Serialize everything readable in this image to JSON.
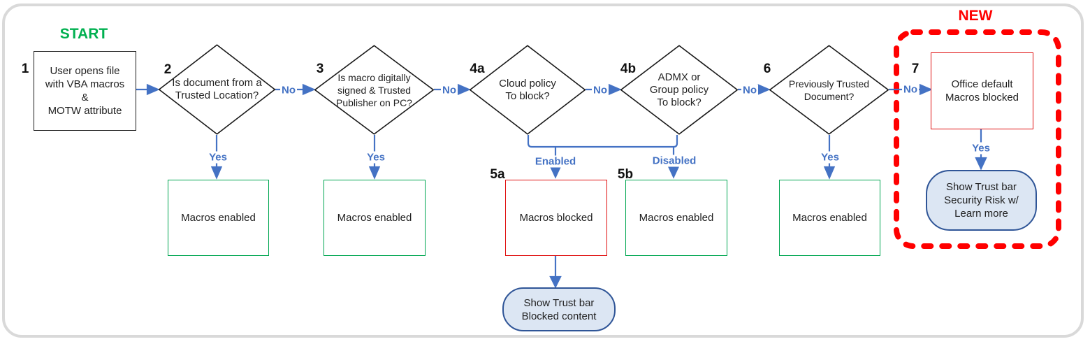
{
  "labels": {
    "start": "START",
    "new": "NEW",
    "no": "No",
    "yes": "Yes",
    "enabled": "Enabled",
    "disabled": "Disabled"
  },
  "nodes": {
    "step1": {
      "number": "1",
      "lines": [
        "User opens file",
        "with VBA macros",
        "&",
        "MOTW attribute"
      ]
    },
    "step2": {
      "number": "2",
      "lines": [
        "Is document from a",
        "Trusted Location?"
      ]
    },
    "step3": {
      "number": "3",
      "lines": [
        "Is macro digitally",
        "signed & Trusted",
        "Publisher on PC?"
      ]
    },
    "step4a": {
      "number": "4a",
      "lines": [
        "Cloud policy",
        "To block?"
      ]
    },
    "step4b": {
      "number": "4b",
      "lines": [
        "ADMX or",
        "Group policy",
        "To block?"
      ]
    },
    "step5a": {
      "number": "5a",
      "text": "Macros blocked"
    },
    "step5b": {
      "number": "5b",
      "text": "Macros enabled"
    },
    "step6": {
      "number": "6",
      "lines": [
        "Previously Trusted",
        "Document?"
      ]
    },
    "step7": {
      "number": "7",
      "lines": [
        "Office default",
        "Macros blocked"
      ]
    },
    "outcome_step2": "Macros enabled",
    "outcome_step3": "Macros enabled",
    "outcome_step6": "Macros enabled",
    "pill_blocked_content": {
      "lines": [
        "Show Trust bar",
        "Blocked content"
      ]
    },
    "pill_security_risk": {
      "lines": [
        "Show Trust bar",
        "Security Risk w/",
        "Learn more"
      ]
    }
  },
  "colors": {
    "flow_blue": "#4472C4",
    "enabled_green": "#00A651",
    "blocked_red": "#E01010",
    "highlight_red": "#FF0000",
    "pill_fill": "#DCE6F3",
    "pill_border": "#2F5597",
    "start_green": "#00B050"
  }
}
